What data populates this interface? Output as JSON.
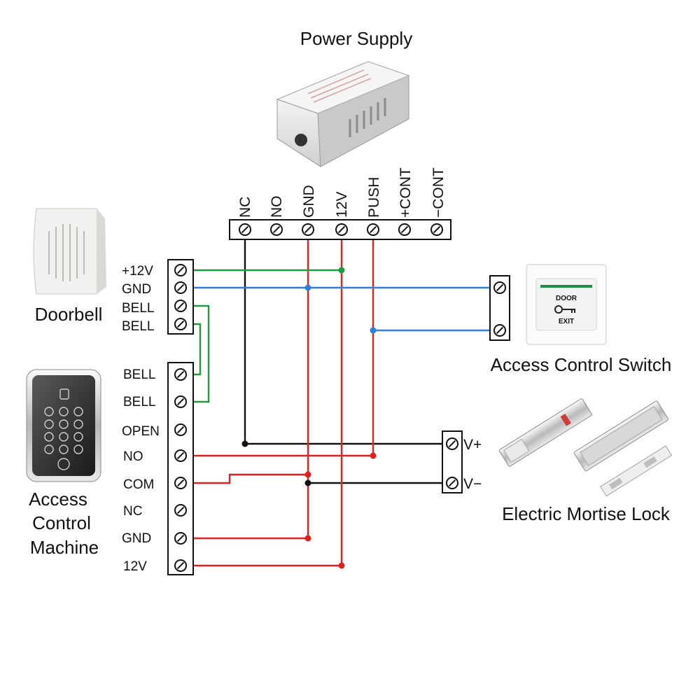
{
  "colors": {
    "power_wire": "#e02020",
    "ground_wire": "#111111",
    "signal_wire": "#2f7fd8",
    "bell_wire": "#1f9a3c",
    "terminal_outline": "#111111",
    "device_body": "#e6e6e6"
  },
  "power_supply": {
    "title": "Power Supply",
    "terminals": [
      "NC",
      "NO",
      "GND",
      "12V",
      "PUSH",
      "+CONT",
      "−CONT"
    ]
  },
  "doorbell": {
    "title": "Doorbell",
    "terminals": [
      "+12V",
      "GND",
      "BELL",
      "BELL"
    ]
  },
  "access_control_machine": {
    "title_lines": [
      "Access",
      "Control",
      "Machine"
    ],
    "terminals": [
      "BELL",
      "BELL",
      "OPEN",
      "NO",
      "COM",
      "NC",
      "GND",
      "12V"
    ]
  },
  "exit_switch": {
    "title": "Access Control Switch",
    "plate_lines": [
      "DOOR",
      "EXIT"
    ]
  },
  "lock": {
    "title": "Electric Mortise Lock",
    "terminals": [
      "V+",
      "V−"
    ]
  },
  "icons": {
    "screw": "slotted-screw-icon",
    "key": "key-icon",
    "wire_joint": "wire-junction-dot"
  }
}
